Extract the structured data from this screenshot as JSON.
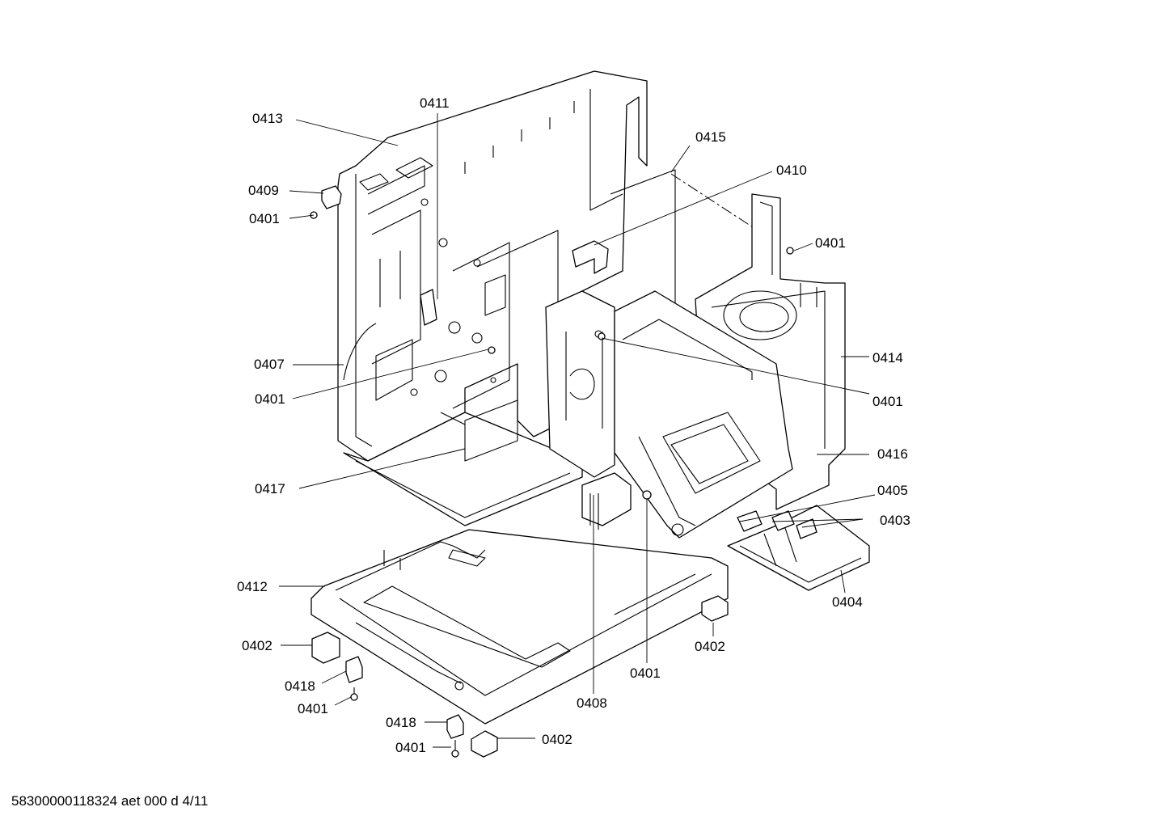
{
  "diagram": {
    "footer_code": "58300000118324 aet 000 d 4/11",
    "callouts": [
      {
        "id": "c0413",
        "label": "0413"
      },
      {
        "id": "c0411",
        "label": "0411"
      },
      {
        "id": "c0415",
        "label": "0415"
      },
      {
        "id": "c0410",
        "label": "0410"
      },
      {
        "id": "c0409",
        "label": "0409"
      },
      {
        "id": "c0401a",
        "label": "0401"
      },
      {
        "id": "c0401b",
        "label": "0401"
      },
      {
        "id": "c0414",
        "label": "0414"
      },
      {
        "id": "c0407",
        "label": "0407"
      },
      {
        "id": "c0401c",
        "label": "0401"
      },
      {
        "id": "c0401d",
        "label": "0401"
      },
      {
        "id": "c0416",
        "label": "0416"
      },
      {
        "id": "c0417",
        "label": "0417"
      },
      {
        "id": "c0405",
        "label": "0405"
      },
      {
        "id": "c0403",
        "label": "0403"
      },
      {
        "id": "c0412",
        "label": "0412"
      },
      {
        "id": "c0404",
        "label": "0404"
      },
      {
        "id": "c0402a",
        "label": "0402"
      },
      {
        "id": "c0402b",
        "label": "0402"
      },
      {
        "id": "c0418a",
        "label": "0418"
      },
      {
        "id": "c0401e",
        "label": "0401"
      },
      {
        "id": "c0401f",
        "label": "0401"
      },
      {
        "id": "c0408",
        "label": "0408"
      },
      {
        "id": "c0418b",
        "label": "0418"
      },
      {
        "id": "c0401g",
        "label": "0401"
      },
      {
        "id": "c0402c",
        "label": "0402"
      }
    ]
  }
}
